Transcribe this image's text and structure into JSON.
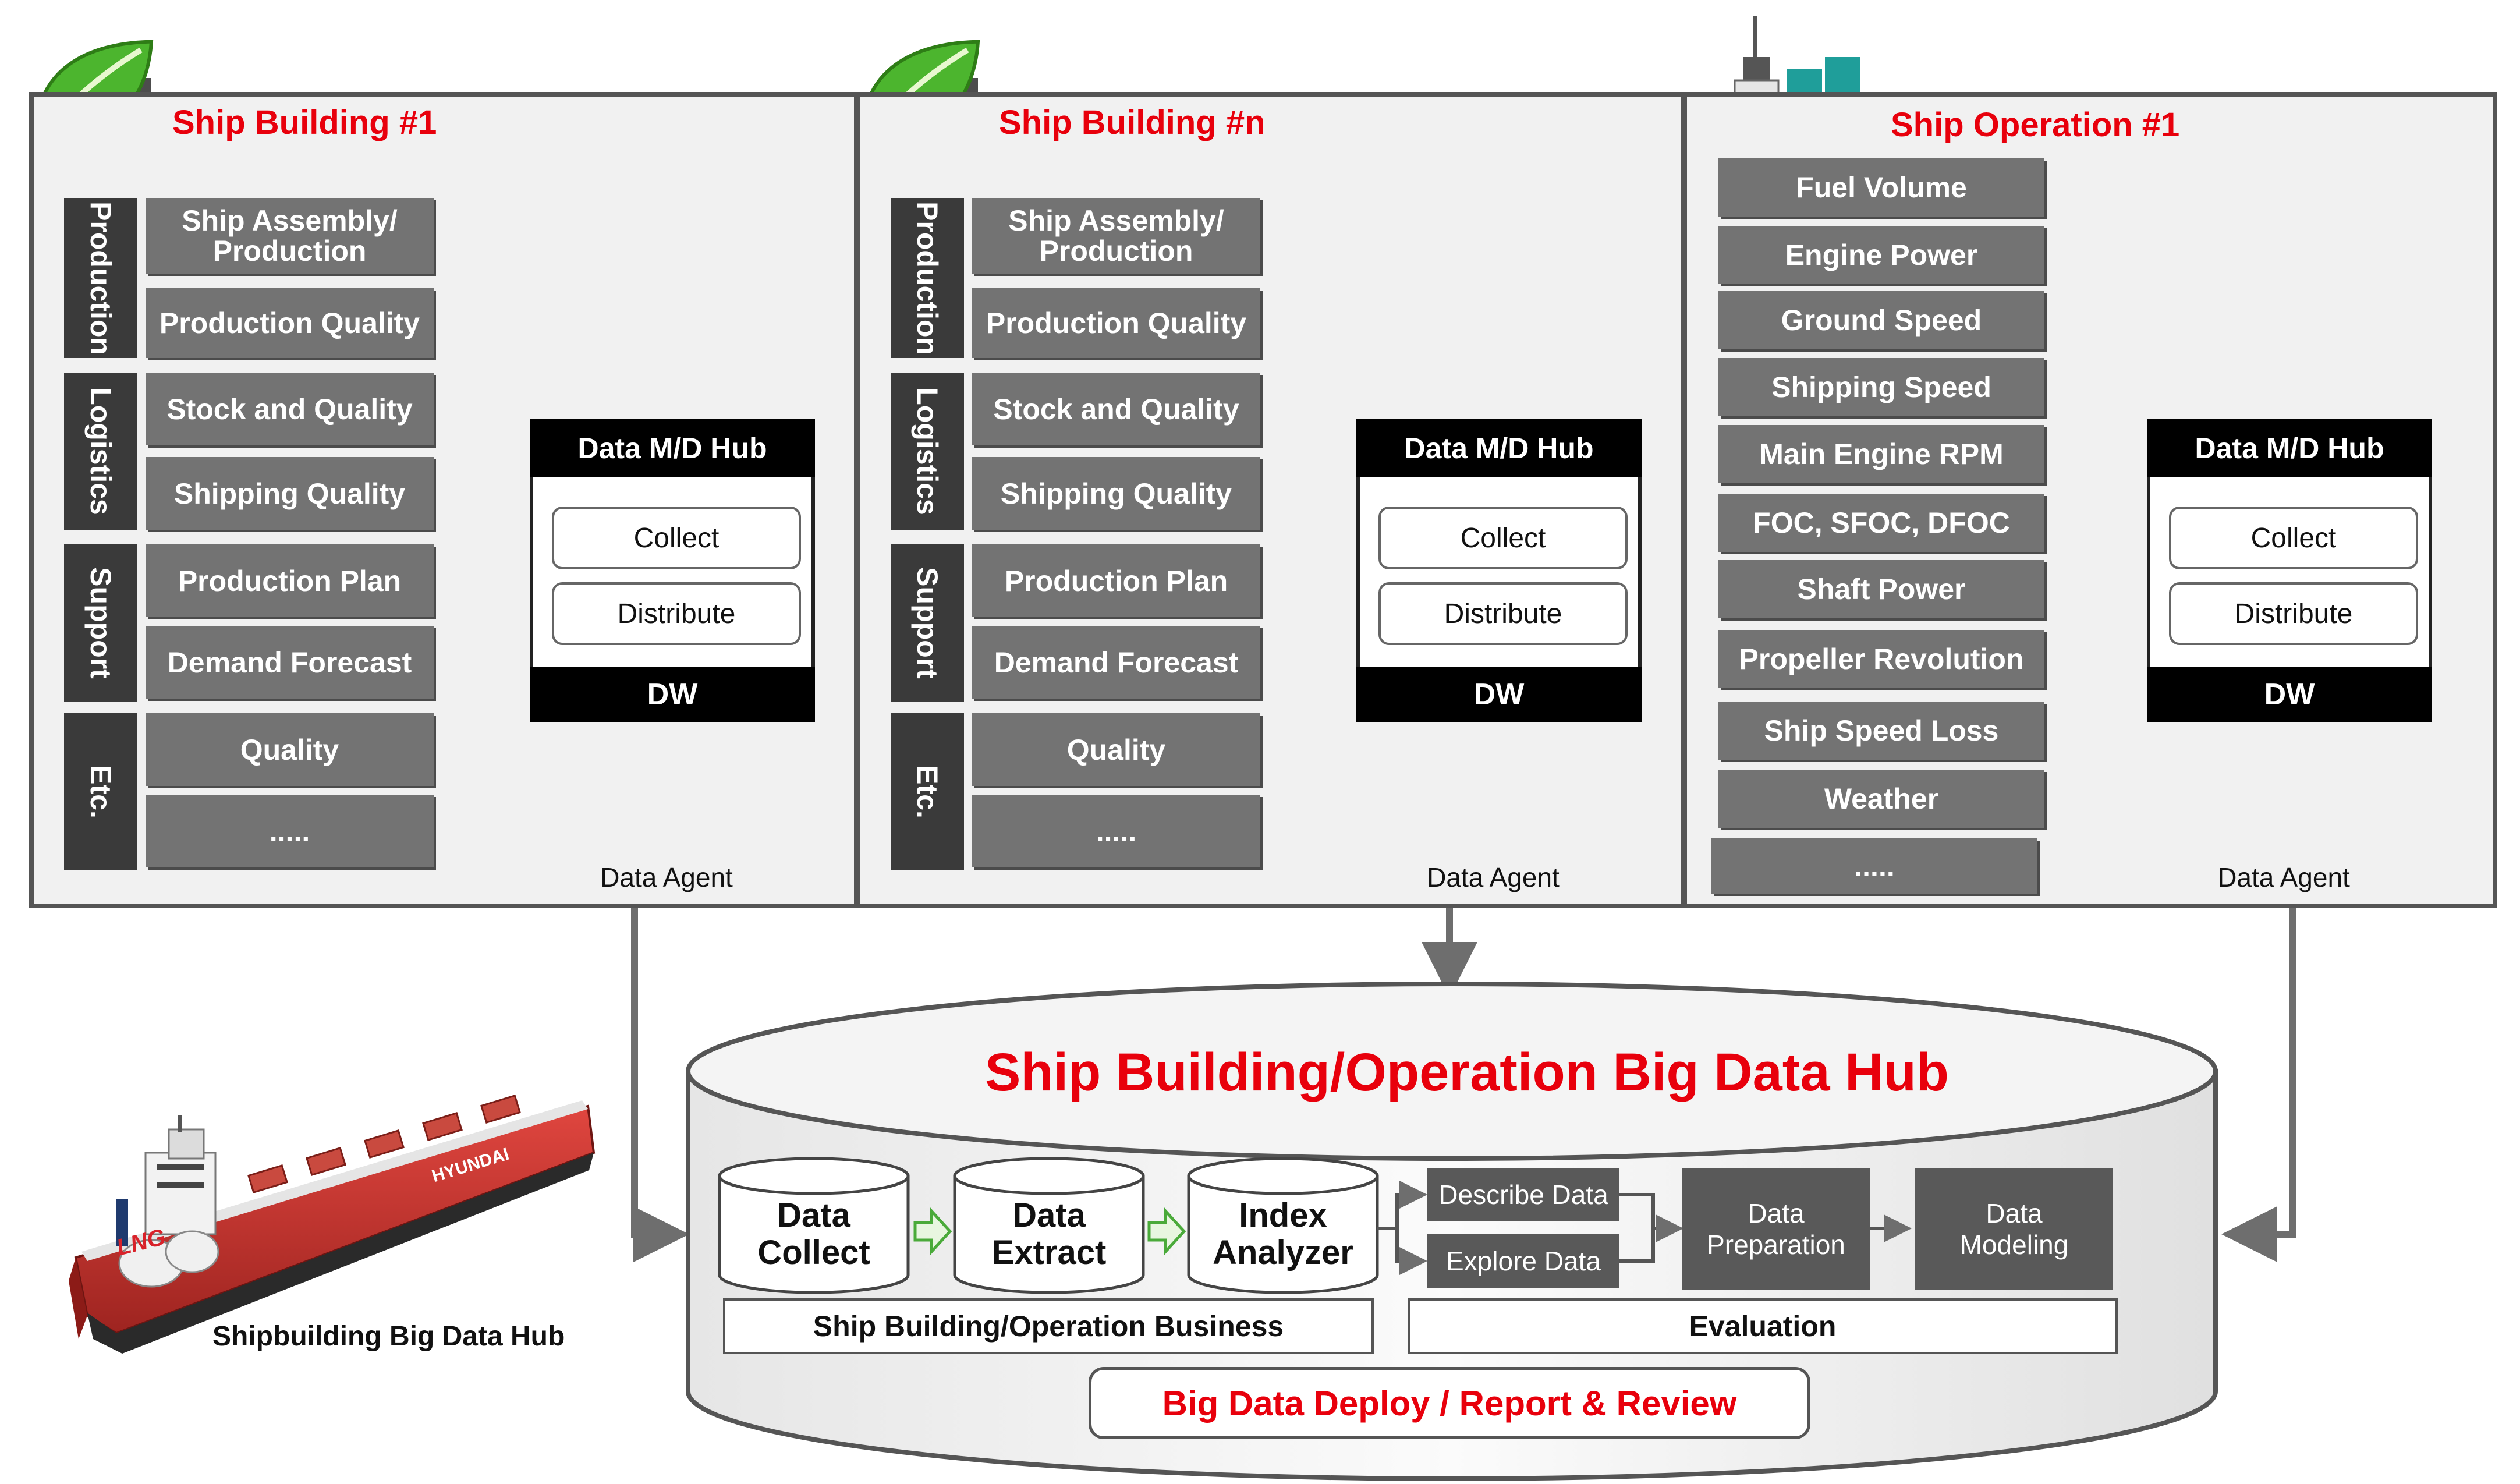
{
  "colors": {
    "title_red": "#e8000c",
    "panel_bg": "#f1f1f1",
    "panel_border": "#555555",
    "item_gray": "#737373",
    "category_dark": "#3a3a3a",
    "db_gold": "#f3c13a",
    "leaf_green": "#3fae2a",
    "hull_red": "#c8312c"
  },
  "panels": [
    {
      "title": "Ship Building #1",
      "icon": "leaf-factory-icon",
      "categories": [
        "Production",
        "Logistics",
        "Support",
        "Etc."
      ],
      "items": [
        "Ship Assembly/ Production",
        "Production Quality",
        "Stock and Quality",
        "Shipping Quality",
        "Production Plan",
        "Demand Forecast",
        "Quality",
        "....."
      ],
      "hub": {
        "header": "Data M/D Hub",
        "collect": "Collect",
        "distribute": "Distribute",
        "footer": "DW"
      },
      "agent": "Data Agent"
    },
    {
      "title": "Ship Building #n",
      "icon": "leaf-factory-icon",
      "categories": [
        "Production",
        "Logistics",
        "Support",
        "Etc."
      ],
      "items": [
        "Ship Assembly/ Production",
        "Production Quality",
        "Stock and Quality",
        "Shipping Quality",
        "Production Plan",
        "Demand Forecast",
        "Quality",
        "....."
      ],
      "hub": {
        "header": "Data M/D Hub",
        "collect": "Collect",
        "distribute": "Distribute",
        "footer": "DW"
      },
      "agent": "Data Agent"
    },
    {
      "title": "Ship Operation #1",
      "icon": "container-ship-icon",
      "items": [
        "Fuel Volume",
        "Engine Power",
        "Ground Speed",
        "Shipping Speed",
        "Main Engine RPM",
        "FOC, SFOC, DFOC",
        "Shaft Power",
        "Propeller Revolution",
        "Ship Speed Loss",
        "Weather",
        "....."
      ],
      "hub": {
        "header": "Data M/D Hub",
        "collect": "Collect",
        "distribute": "Distribute",
        "footer": "DW"
      },
      "agent": "Data Agent"
    }
  ],
  "big_hub": {
    "title": "Ship Building/Operation Big Data Hub",
    "stages": [
      "Data Collect",
      "Data Extract",
      "Index Analyzer"
    ],
    "describe": "Describe Data",
    "explore": "Explore Data",
    "preparation": "Data Preparation",
    "modeling": "Data Modeling",
    "business_label": "Ship Building/Operation Business",
    "evaluation_label": "Evaluation",
    "deploy": "Big Data Deploy / Report & Review"
  },
  "ship_caption": "Shipbuilding Big Data Hub",
  "ship_hull_text": "HYUNDAI",
  "ship_lng_text": "LNG"
}
